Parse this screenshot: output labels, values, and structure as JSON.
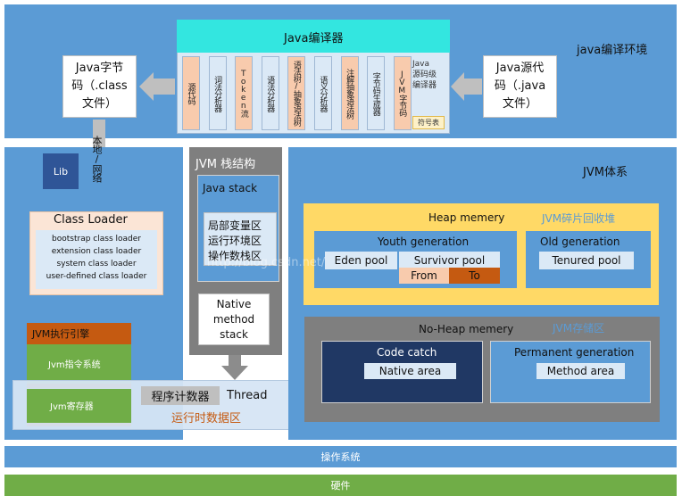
{
  "compile_env": {
    "label": "java编译环境",
    "compiler_title": "Java编译器",
    "stages": [
      "源代码",
      "词法分析器",
      "Token流",
      "语法分析器",
      "语法树/抽象语法树",
      "语义分析器",
      "注解抽象语法树",
      "字节码生成器",
      "JVM字节码"
    ],
    "compiler_side_label": "Java\n源码级\n编译器",
    "symbol_table": "符号表",
    "bytecode_file": "Java字节\n码（.class\n文件）",
    "source_file": "Java源代\n码（.java\n文件）"
  },
  "left_panel": {
    "lib": "Lib",
    "local_network": "本地/网络",
    "class_loader_title": "Class Loader",
    "loaders": [
      "bootstrap class loader",
      "extension class loader",
      "system class loader",
      "user-defined class loader"
    ],
    "engine": "JVM执行引擎",
    "instruction_system": "Jvm指令系统",
    "registers": "Jvm寄存器"
  },
  "runtime": {
    "program_counter": "程序计数器",
    "thread": "Thread",
    "data_area": "运行时数据区"
  },
  "jvm_stack": {
    "title": "JVM 栈结构",
    "java_stack": "Java stack",
    "frame_items": [
      "局部变量区",
      "运行环境区",
      "操作数栈区"
    ],
    "native_stack": "Native\nmethod\nstack"
  },
  "jvm_system": {
    "title": "JVM体系",
    "heap_title": "Heap memery",
    "gc_label": "JVM碎片回收堆",
    "youth": "Youth generation",
    "eden": "Eden pool",
    "survivor": "Survivor pool",
    "from": "From",
    "to": "To",
    "old": "Old generation",
    "tenured": "Tenured pool",
    "noheap_title": "No-Heap memery",
    "storage_label": "JVM存储区",
    "code_catch": "Code catch",
    "native_area": "Native area",
    "permanent": "Permanent generation",
    "method_area": "Method area"
  },
  "os": "操作系统",
  "hardware": "硬件",
  "watermark": "http://blog.csdn.net/"
}
